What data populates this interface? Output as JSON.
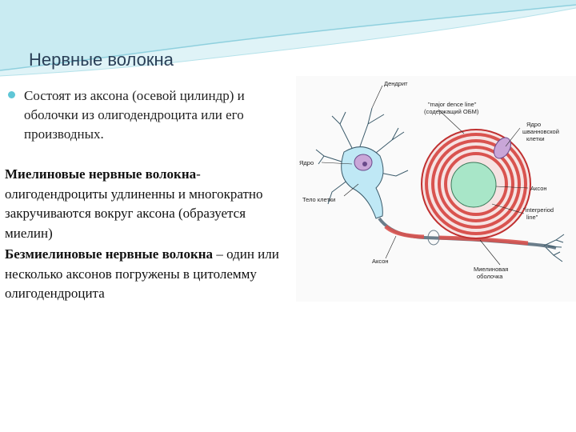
{
  "slide": {
    "title": "Нервные волокна",
    "bullet": "Состоят из аксона (осевой цилиндр) и оболочки из олигодендроцита или его производных.",
    "para1_bold": "Миелиновые нервные волокна",
    "para1_text": "- олигодендроциты удлиненны и многократно закручиваются вокруг аксона (образуется миелин)",
    "para2_bold": "Безмиелиновые нервные волокна",
    "para2_text": " – один или несколько аксонов погружены в цитолемму олигодендроцита"
  },
  "figure": {
    "labels": {
      "dendrite": "Дендрит",
      "major_dense_line": "\"major dence line\"",
      "major_dense_line_sub": "(содержащий ОБМ)",
      "schwann_nucleus_1": "Ядро",
      "schwann_nucleus_2": "шванновской",
      "schwann_nucleus_3": "клетки",
      "nucleus": "Ядро",
      "axon_cross": "Аксон",
      "cell_body": "Тело клетки",
      "interperiod_line_1": "\"interperiod",
      "interperiod_line_2": "line\"",
      "axon": "Аксон",
      "myelin_sheath_1": "Миелиновая",
      "myelin_sheath_2": "оболочка"
    }
  },
  "colors": {
    "title": "#2a3f57",
    "bullet": "#5fc6d6",
    "myelin": "#d9534f",
    "axon": "#a8e6c8",
    "cell_body": "#bfe8f5"
  }
}
